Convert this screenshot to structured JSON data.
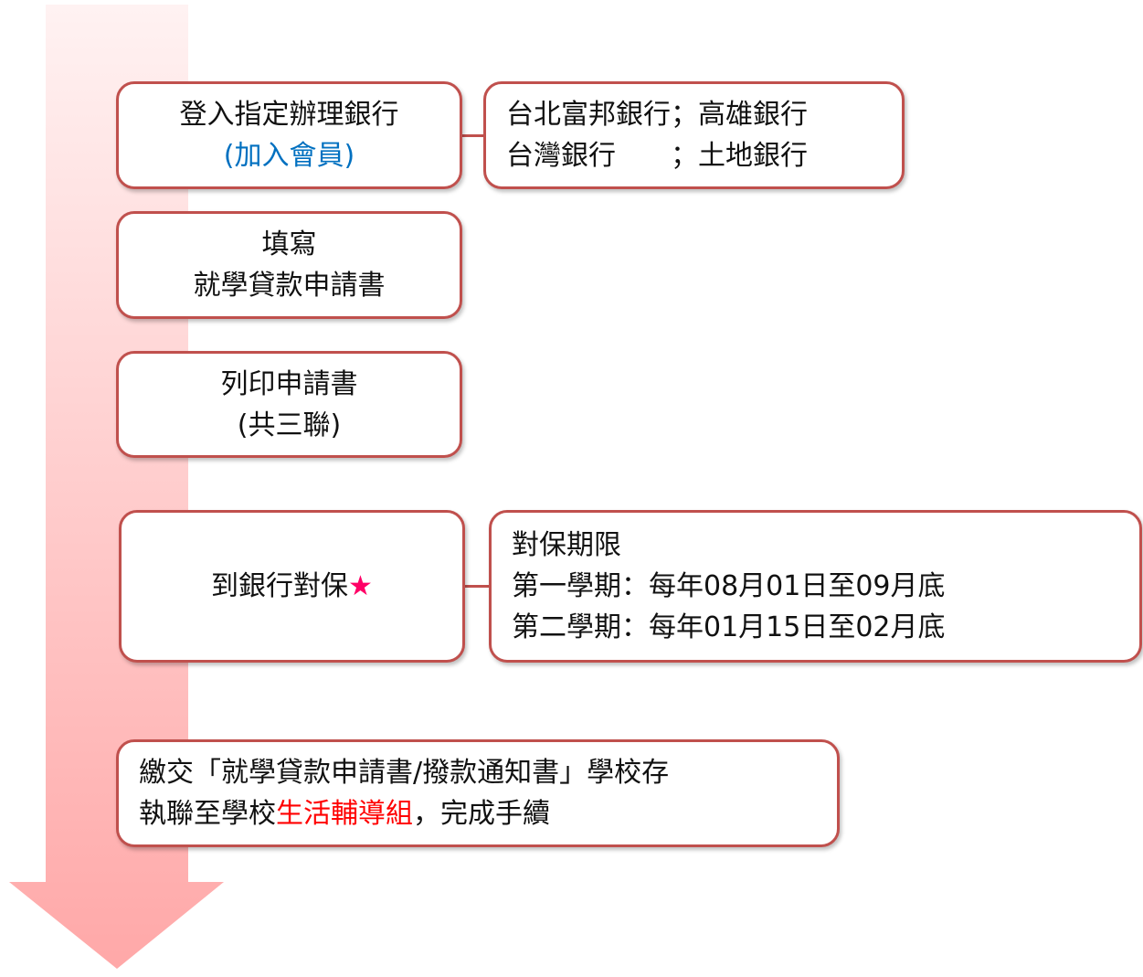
{
  "steps": {
    "login": {
      "line1": "登入指定辦理銀行",
      "line2": "(加入會員)"
    },
    "banks": {
      "line1": "台北富邦銀行；高雄銀行",
      "line2": "台灣銀行　　；土地銀行"
    },
    "fill": {
      "line1": "填寫",
      "line2": "就學貸款申請書"
    },
    "print": {
      "line1": "列印申請書",
      "line2": "(共三聯)"
    },
    "bank_verify": {
      "label": "到銀行對保",
      "star": "★"
    },
    "deadline": {
      "line1": "對保期限",
      "line2": "第一學期：每年08月01日至09月底",
      "line3": "第二學期：每年01月15日至02月底"
    },
    "submit": {
      "line1": "繳交「就學貸款申請書/撥款通知書」學校存",
      "line2_a": "執聯至學校",
      "line2_highlight": "生活輔導組",
      "line2_b": "，完成手續"
    }
  },
  "colors": {
    "border": "#c0504d",
    "arrow_top": "#fff0f0",
    "arrow_bottom": "#ffa8a8",
    "blue_text": "#0070c0",
    "red_text": "#ff0000"
  }
}
